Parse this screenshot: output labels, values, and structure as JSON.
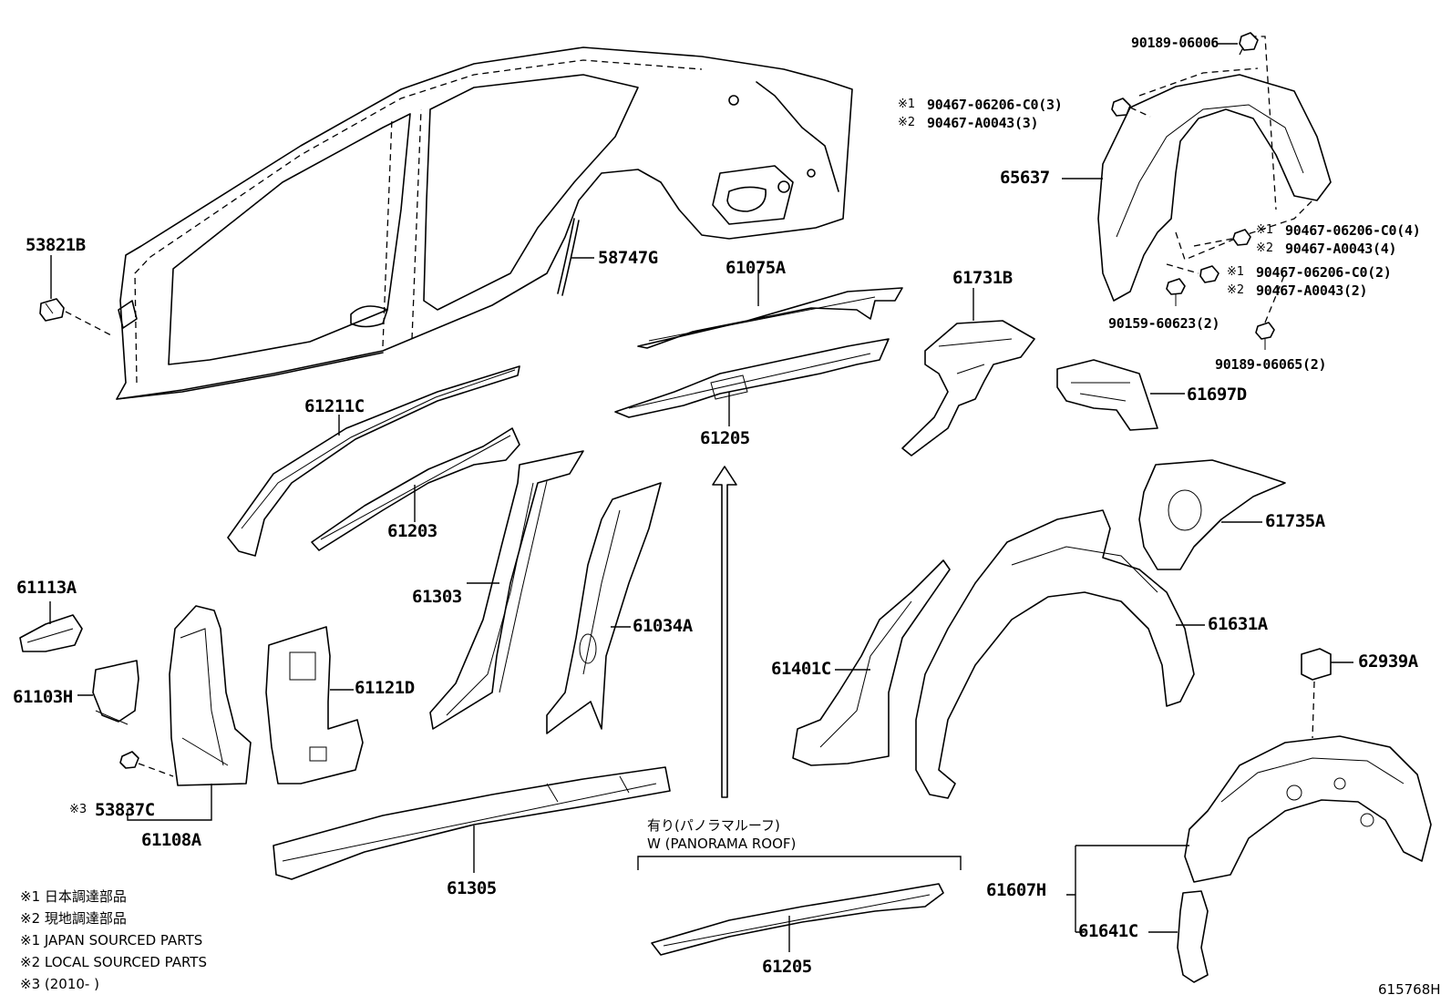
{
  "parts": {
    "p53821B": "53821B",
    "p58747G": "58747G",
    "p61075A": "61075A",
    "p61731B": "61731B",
    "p65637": "65637",
    "p61697D": "61697D",
    "p61211C": "61211C",
    "p61205a": "61205",
    "p61203": "61203",
    "p61735A": "61735A",
    "p61113A": "61113A",
    "p61303": "61303",
    "p61034A": "61034A",
    "p61631A": "61631A",
    "p61121D": "61121D",
    "p61103H": "61103H",
    "p61401C": "61401C",
    "p62939A": "62939A",
    "p53837C": "53837C",
    "p61108A": "61108A",
    "p61305": "61305",
    "p61607H": "61607H",
    "p61641C": "61641C",
    "p61205b": "61205"
  },
  "fasteners": {
    "f1": "90189-06006",
    "f2a": "90467-06206-C0(3)",
    "f2b": "90467-A0043(3)",
    "f3a": "90467-06206-C0(4)",
    "f3b": "90467-A0043(4)",
    "f4a": "90467-06206-C0(2)",
    "f4b": "90467-A0043(2)",
    "f5": "90159-60623(2)",
    "f6": "90189-06065(2)"
  },
  "marks": {
    "m1": "※1",
    "m2": "※2",
    "m3": "※3"
  },
  "panorama": {
    "jp": "有り(パノラマルーフ)",
    "en": "W (PANORAMA ROOF)"
  },
  "legend": {
    "l1": "※1 日本調達部品",
    "l2": "※2 現地調達部品",
    "l3": "※1 JAPAN SOURCED PARTS",
    "l4": "※2 LOCAL SOURCED PARTS",
    "l5": "※3 (2010-      )"
  },
  "diagram_code": "615768H"
}
